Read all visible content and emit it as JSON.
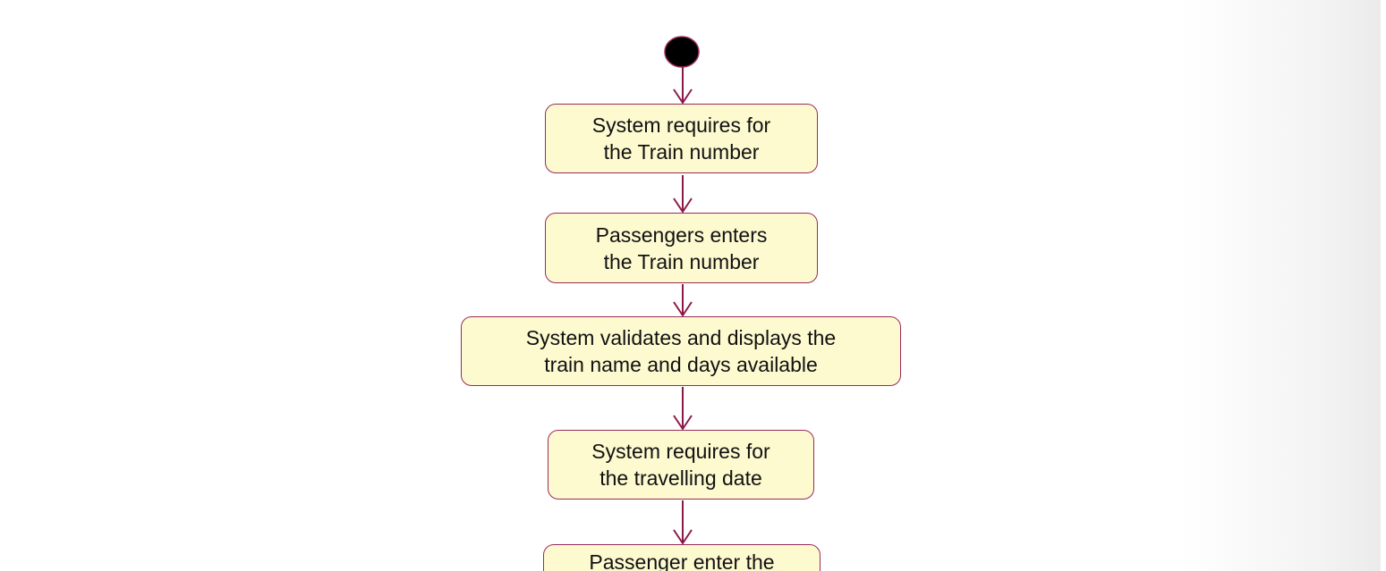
{
  "diagram": {
    "type": "uml-activity",
    "colors": {
      "node_fill": "#fdfad0",
      "node_border": "#9a2a5a",
      "arrow": "#8b1a4a",
      "start_node": "#000000"
    },
    "nodes": [
      {
        "id": "n1",
        "label": "System requires for\n the Train number"
      },
      {
        "id": "n2",
        "label": "Passengers enters\n the Train number"
      },
      {
        "id": "n3",
        "label": "System validates and displays the\ntrain name and days available"
      },
      {
        "id": "n4",
        "label": "System requires for\n the travelling date"
      },
      {
        "id": "n5",
        "label": "Passenger enter the"
      }
    ],
    "edges": [
      {
        "from": "start",
        "to": "n1"
      },
      {
        "from": "n1",
        "to": "n2"
      },
      {
        "from": "n2",
        "to": "n3"
      },
      {
        "from": "n3",
        "to": "n4"
      },
      {
        "from": "n4",
        "to": "n5"
      }
    ]
  }
}
